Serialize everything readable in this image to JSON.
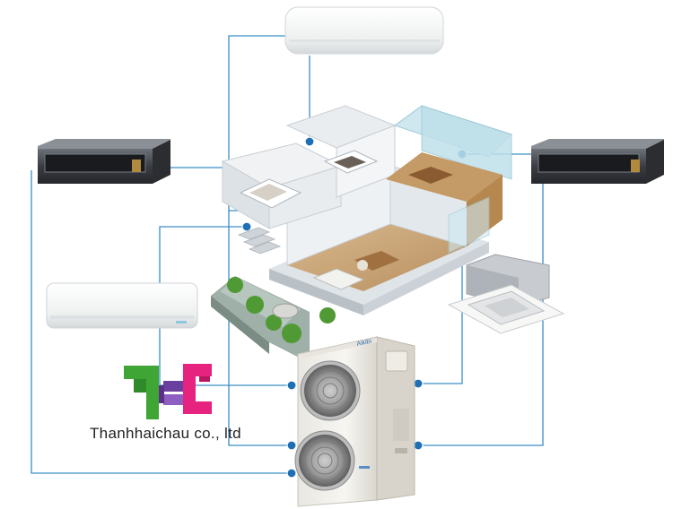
{
  "diagram": {
    "company_name": "Thanhhaichau co., ltd",
    "logo_letters": "THC",
    "outdoor_unit_brand": "Aikibi"
  },
  "colors": {
    "connector_line": "#3a8fc8",
    "node_dot": "#1f6fb5",
    "logo_green": "#3fa535",
    "logo_magenta": "#e6247f",
    "logo_purple": "#6b3fa0",
    "unit_white": "#f4f4f2",
    "duct_dark": "#3b3d42",
    "floor_wood": "#c9a67a",
    "wall_white": "#e9edf1",
    "glass": "#bfe0ea",
    "grass": "#6fae4a"
  },
  "units": [
    {
      "name": "wall-mounted-indoor-unit-top",
      "icon": "wall-split-icon"
    },
    {
      "name": "ducted-indoor-unit-left",
      "icon": "duct-unit-icon"
    },
    {
      "name": "ducted-indoor-unit-right",
      "icon": "duct-unit-icon"
    },
    {
      "name": "wall-mounted-indoor-unit-left",
      "icon": "wall-split-icon"
    },
    {
      "name": "cassette-indoor-unit",
      "icon": "ceiling-cassette-icon"
    },
    {
      "name": "outdoor-condensing-unit",
      "icon": "outdoor-unit-icon"
    }
  ]
}
